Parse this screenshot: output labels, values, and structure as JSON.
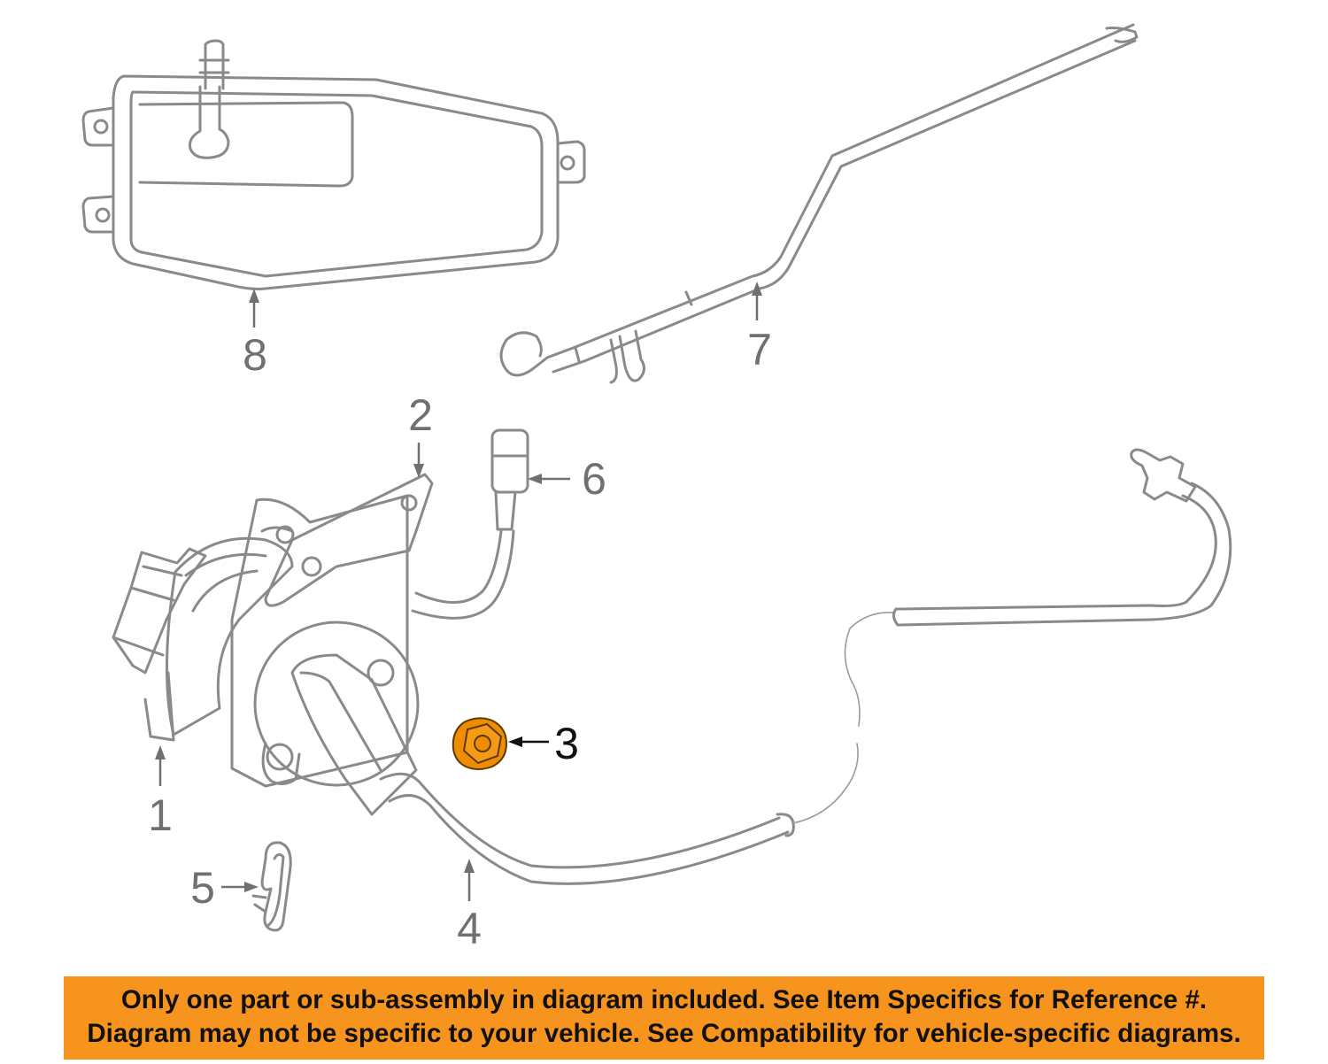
{
  "colors": {
    "highlight": "#F08C00",
    "banner_background": "#F7941D",
    "line_art": "#8A8A8A"
  },
  "callouts": {
    "c1": "1",
    "c2": "2",
    "c3": "3",
    "c4": "4",
    "c5": "5",
    "c6": "6",
    "c7": "7",
    "c8": "8"
  },
  "highlighted_part": "3",
  "banner": {
    "line1": "Only one part or sub-assembly in diagram included. See Item Specifics for Reference #.",
    "line2": "Diagram may not be specific to your vehicle. See Compatibility for vehicle-specific diagrams."
  }
}
